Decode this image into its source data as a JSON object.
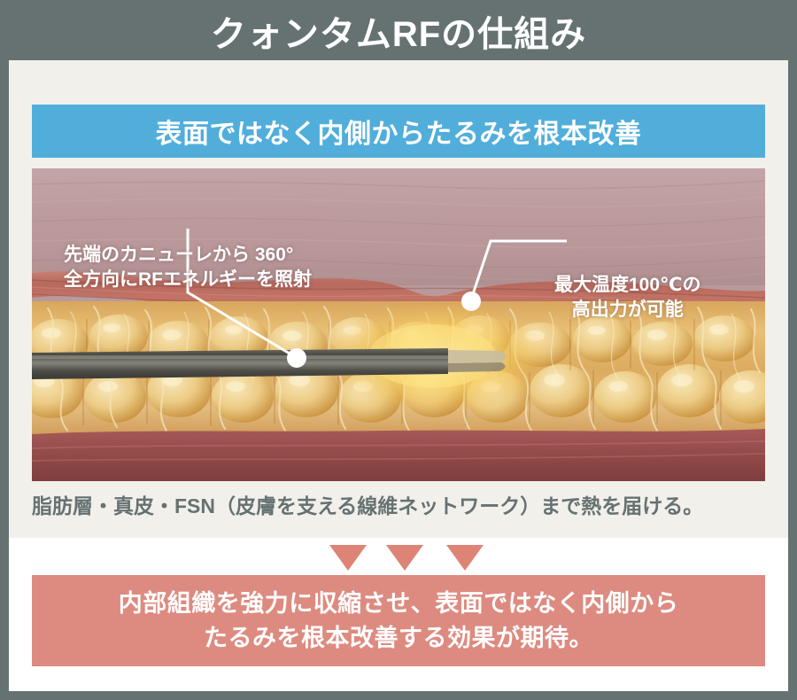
{
  "header": {
    "title": "クォンタムRFの仕組み",
    "bg_color": "#667272",
    "text_color": "#ffffff"
  },
  "banner": {
    "text": "表面ではなく内側からたるみを根本改善",
    "bg_color": "#51aedb",
    "text_color": "#ffffff"
  },
  "illustration": {
    "alt_name": "skin-cross-section-diagram",
    "layers": [
      "skin-surface-epidermis",
      "dermis-band",
      "subcutaneous-fat-layer",
      "fsn-fiber-network",
      "muscle-fascia-band"
    ],
    "device": "rf-cannula-probe",
    "annotations": [
      {
        "id": "left-annotation",
        "line1": "先端のカニューレから 360°",
        "line2": "全方向にRFエネルギーを照射",
        "marker": "leader-dot-cannula"
      },
      {
        "id": "right-annotation",
        "line1": "最大温度100℃の",
        "line2": "高出力が可能",
        "marker": "leader-dot-dermis"
      }
    ]
  },
  "caption": {
    "text": "脂肪層・真皮・FSN（皮膚を支える線維ネットワーク）まで熱を届ける。",
    "text_color": "#667272"
  },
  "arrows": {
    "count": 3,
    "color": "#dd8477",
    "direction": "down"
  },
  "conclusion": {
    "line1": "内部組織を強力に収縮させ、表面ではなく内側から",
    "line2": "たるみを根本改善する効果が期待。",
    "bg_color": "#dd8b80",
    "text_color": "#ffffff"
  },
  "theme": {
    "frame_color": "#667272",
    "panel_color": "#f2f0eb",
    "page_bg": "#ffffff"
  }
}
